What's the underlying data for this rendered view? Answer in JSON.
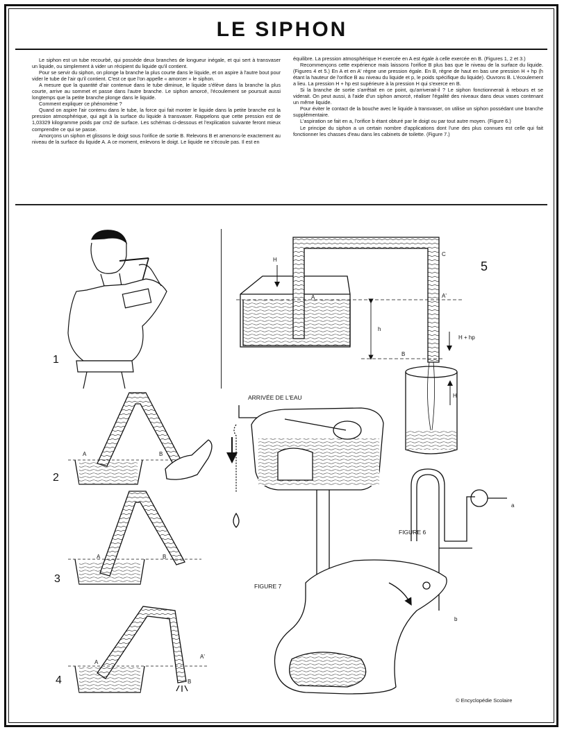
{
  "title": "LE SIPHON",
  "text_left": [
    "Le siphon est un tube recourbé, qui possède deux branches de longueur inégale, et qui sert à transvaser un liquide, ou simplement à vider un récipient du liquide qu'il contient.",
    "Pour se servir du siphon, on plonge la branche la plus courte dans le liquide, et on aspire à l'autre bout pour vider le tube de l'air qu'il contient. C'est ce que l'on appelle « amorcer » le siphon.",
    "A mesure que la quantité d'air contenue dans le tube diminue, le liquide s'élève dans la branche la plus courte, arrive au sommet et passe dans l'autre branche. Le siphon amorcé, l'écoulement se poursuit aussi longtemps que la petite branche plonge dans le liquide.",
    "Comment expliquer ce phénomène ?",
    "Quand on aspire l'air contenu dans le tube, la force qui fait monter le liquide dans la petite branche est la pression atmosphérique, qui agit à la surface du liquide à transvaser. Rappelons que cette pression est de 1,03329 kilogramme poids par cm2 de surface. Les schémas ci-dessous et l'explication suivante feront mieux comprendre ce qui se passe.",
    "Amorçons un siphon et glissons le doigt sous l'orifice de sortie B. Relevons B et amenons-le exactement au niveau de la surface du liquide A. A ce moment, enlevons le doigt. Le liquide ne s'écoule pas. Il est en"
  ],
  "text_right": [
    "équilibre. La pression atmosphérique H exercée en A est égale à celle exercée en B. (Figures 1, 2 et 3.)",
    "Recommençons cette expérience mais laissons l'orifice B plus bas que le niveau de la surface du liquide. (Figures 4 et 5.) En A et en A' règne une pression égale. En B, règne de haut en bas une pression H + hp (h étant la hauteur de l'orifice B au niveau du liquide et p, le poids spécifique du liquide). Ouvrons B. L'écoulement a lieu. La pression H + hp est supérieure à la pression H qui s'exerce en B.",
    "Si la branche de sortie s'arrêtait en ce point, qu'arriverait-il ? Le siphon fonctionnerait à rebours et se viderait. On peut aussi, à l'aide d'un siphon amorcé, réaliser l'égalité des niveaux dans deux vases contenant un même liquide.",
    "Pour éviter le contact de la bouche avec le liquide à transvaser, on utilise un siphon possédant une branche supplémentaire.",
    "L'aspiration se fait en a, l'orifice b étant obturé par le doigt ou par tout autre moyen. (Figure 6.)",
    "Le principe du siphon a un certain nombre d'applications dont l'une des plus connues est celle qui fait fonctionner les chasses d'eau dans les cabinets de toilette. (Figure 7.)"
  ],
  "figures": {
    "fig1": "1",
    "fig2": "2",
    "fig3": "3",
    "fig4": "4",
    "fig5": "5",
    "fig6": "FIGURE 6",
    "fig7": "FIGURE 7"
  },
  "labels": {
    "A": "A",
    "B": "B",
    "A_prime": "A'",
    "H": "H",
    "h": "h",
    "C": "C",
    "H_plus_hp": "H + hp",
    "a": "a",
    "b": "b",
    "arrivee": "ARRIVÉE DE L'EAU"
  },
  "credit": "© Encyclopédie Scolaire",
  "colors": {
    "ink": "#111111",
    "paper": "#ffffff"
  }
}
